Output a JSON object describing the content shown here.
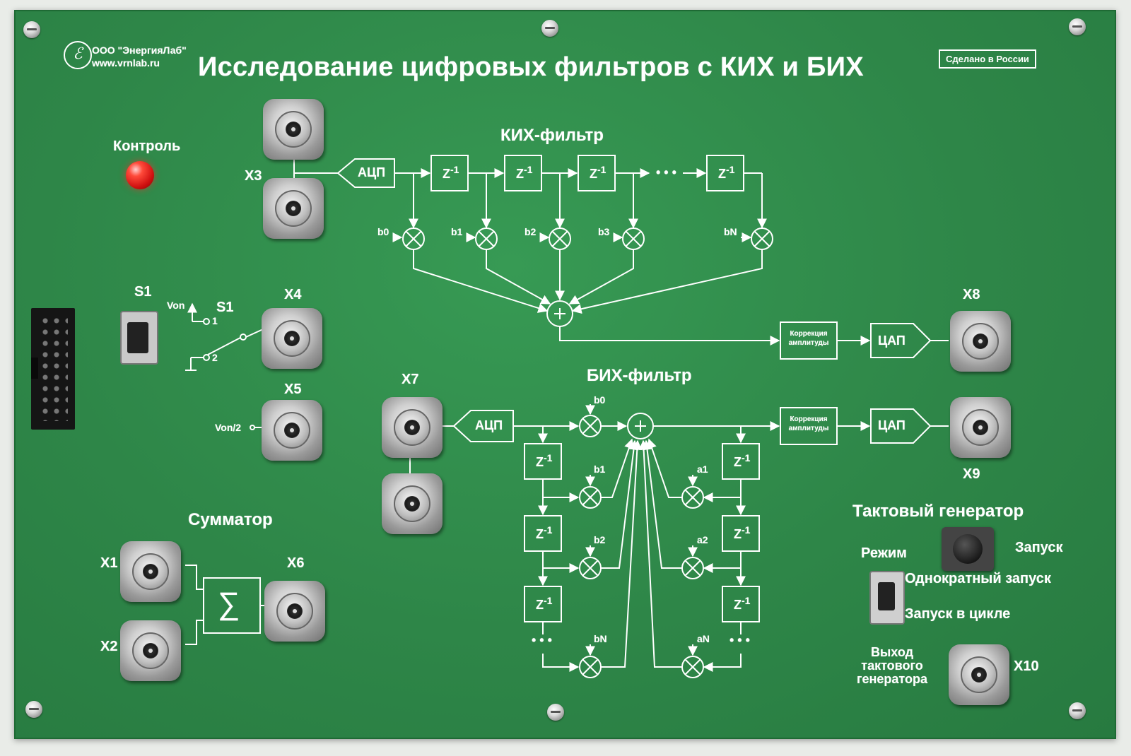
{
  "company": {
    "name": "ООО \"ЭнергияЛаб\"",
    "site": "www.vrnlab.ru"
  },
  "title": "Исследование цифровых фильтров с КИХ и БИХ",
  "made_in": "Сделано в России",
  "control_label": "Контроль",
  "switch": {
    "label": "S1",
    "label2": "S1",
    "von": "Von",
    "pos1": "1",
    "pos2": "2"
  },
  "connectors": {
    "x1": "X1",
    "x2": "X2",
    "x3": "X3",
    "x4": "X4",
    "x5": "X5",
    "x6": "X6",
    "x7": "X7",
    "x8": "X8",
    "x9": "X9",
    "x10": "X10"
  },
  "von_half": "Von/2",
  "summator": {
    "title": "Сумматор",
    "symbol": "∑"
  },
  "fir": {
    "title": "КИХ-фильтр",
    "adc": "АЦП",
    "delay": "Z",
    "delay_exp": "-1",
    "dots": "• • •",
    "coeffs": [
      "b0",
      "b1",
      "b2",
      "b3",
      "bN"
    ],
    "correction": [
      "Коррекция",
      "амплитуды"
    ],
    "dac": "ЦАП"
  },
  "iir": {
    "title": "БИХ-фильтр",
    "adc": "АЦП",
    "b_coeffs": [
      "b0",
      "b1",
      "b2",
      "bN"
    ],
    "a_coeffs": [
      "a1",
      "a2",
      "aN"
    ],
    "dots": "• • •",
    "correction": [
      "Коррекция",
      "амплитуды"
    ],
    "dac": "ЦАП"
  },
  "clock": {
    "title": "Тактовый генератор",
    "mode": "Режим",
    "start": "Запуск",
    "single": "Однократный запуск",
    "loop": "Запуск в цикле",
    "output": [
      "Выход",
      "тактового",
      "генератора"
    ]
  }
}
